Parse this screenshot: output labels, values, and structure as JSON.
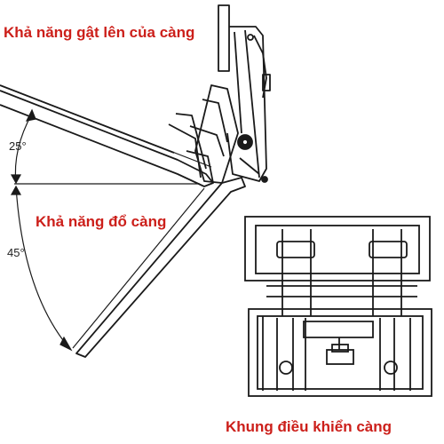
{
  "labels": {
    "tilt_up": "Khả năng gật lên của càng",
    "tilt_down": "Khả năng đổ càng",
    "control_frame": "Khung điều khiển càng"
  },
  "angles": {
    "upper": "25°",
    "lower": "45°"
  },
  "colors": {
    "label_text": "#cc1f1a",
    "line": "#1a1a1a",
    "background": "#ffffff"
  }
}
